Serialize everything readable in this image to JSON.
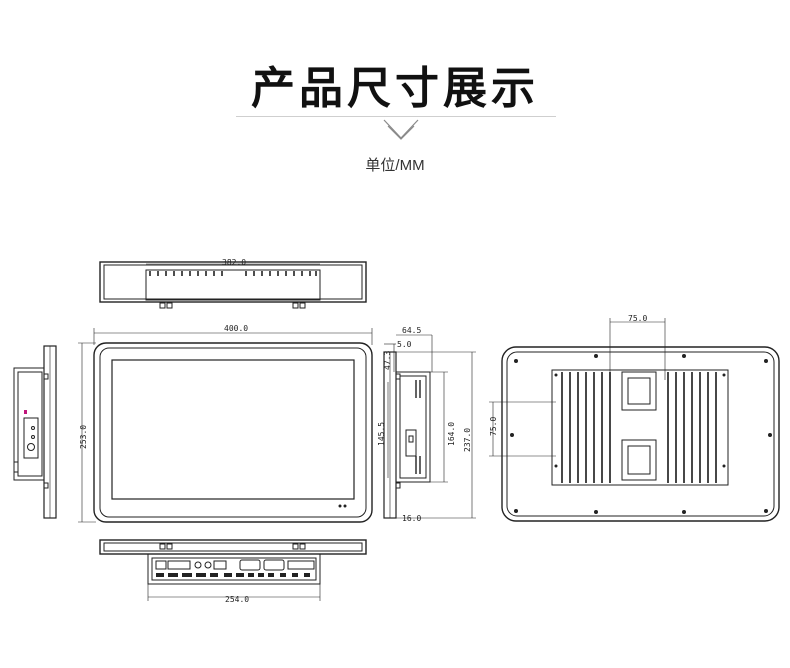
{
  "header": {
    "title": "产品尺寸展示",
    "unit": "单位/MM"
  },
  "dimensions": {
    "top_width": "382.0",
    "front_width": "400.0",
    "front_height": "253.0",
    "side_depth_total": "64.5",
    "side_offset_top": "5.0",
    "side_offset_2": "47.3",
    "side_height_inner": "145.5",
    "side_height_mid": "164.0",
    "side_height_outer": "237.0",
    "side_bottom": "16.0",
    "back_vesa_h": "75.0",
    "back_vesa_v": "75.0",
    "bottom_width": "254.0"
  }
}
